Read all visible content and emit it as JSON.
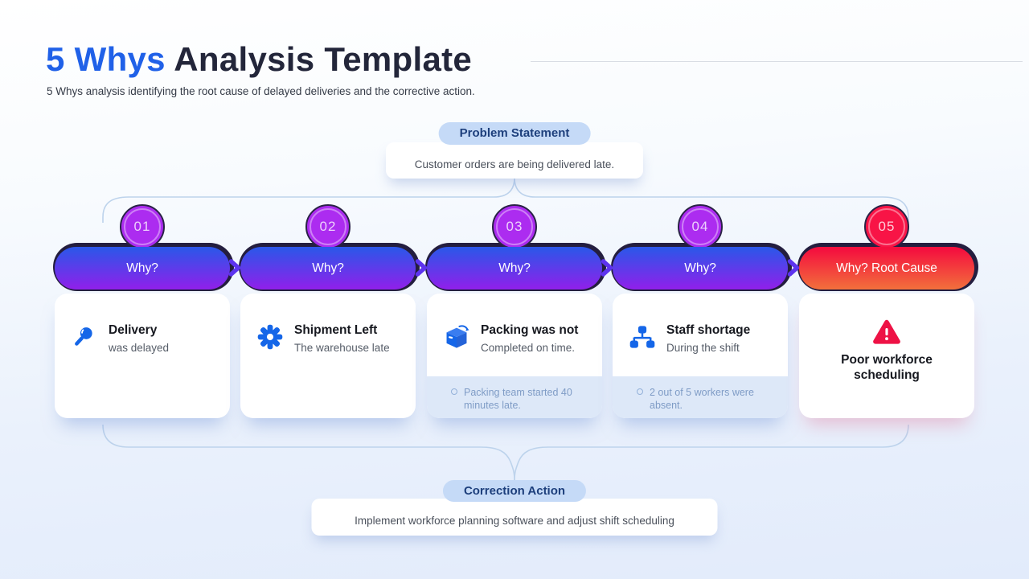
{
  "slide": {
    "title_accent": "5 Whys",
    "title_rest": " Analysis Template",
    "subtitle": "5 Whys analysis identifying the root cause of delayed deliveries and the corrective action."
  },
  "problem": {
    "badge": "Problem Statement",
    "text": "Customer orders are being delivered late."
  },
  "correction": {
    "badge": "Correction Action",
    "text": "Implement workforce planning software and adjust shift scheduling"
  },
  "columns": [
    {
      "num": "01",
      "pill": "Why?",
      "icon": "magnifier-icon",
      "title": "Delivery",
      "subtitle": "was delayed",
      "note": ""
    },
    {
      "num": "02",
      "pill": "Why?",
      "icon": "gear-icon",
      "title": "Shipment Left",
      "subtitle": "The warehouse late",
      "note": ""
    },
    {
      "num": "03",
      "pill": "Why?",
      "icon": "package-icon",
      "title": "Packing was not",
      "subtitle": "Completed on time.",
      "note": "Packing team started 40 minutes late."
    },
    {
      "num": "04",
      "pill": "Why?",
      "icon": "org-chart-icon",
      "title": "Staff shortage",
      "subtitle": "During the shift",
      "note": "2 out of 5 workers were absent."
    },
    {
      "num": "05",
      "pill": "Why? Root Cause",
      "icon": "warning-icon",
      "title": "Poor workforce scheduling",
      "subtitle": "",
      "note": ""
    }
  ],
  "colors": {
    "title_accent": "#2061e8",
    "title_rest": "#23263a",
    "badge_bg": "#c5daf7",
    "badge_text": "#1d3f7c",
    "step_circle_purple": "#ac2cf0",
    "step_circle_red": "#f81446",
    "pill_gradient_top": "#2e55e9",
    "pill_gradient_bottom": "#8c22ea",
    "root_pill_gradient_top": "#f40f3e",
    "root_pill_gradient_bottom": "#f2703c",
    "icon_blue": "#1566e8",
    "warning_red": "#ee1245",
    "note_bg": "#dde8f8",
    "note_text": "#7f9cc6",
    "connector_line": "#bdd3ec",
    "chevron": "#5d33ee"
  }
}
